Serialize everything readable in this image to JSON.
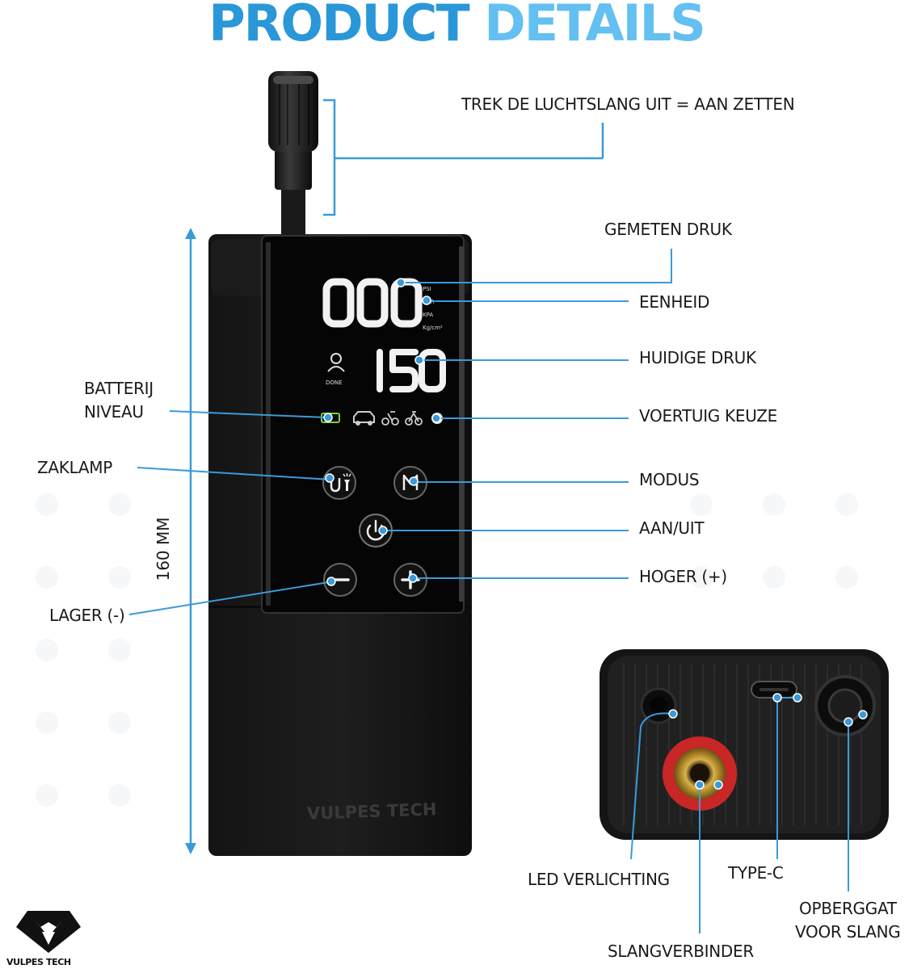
{
  "title": {
    "word1": "PRODUCT",
    "word2": "DETAILS"
  },
  "labels": {
    "pull_hose": "TREK DE LUCHTSLANG UIT = AAN ZETTEN",
    "measured_pressure": "GEMETEN DRUK",
    "unit": "EENHEID",
    "current_pressure": "HUIDIGE DRUK",
    "vehicle_choice": "VOERTUIG KEUZE",
    "battery_line1": "BATTERIJ",
    "battery_line2": "NIVEAU",
    "flashlight": "ZAKLAMP",
    "mode": "MODUS",
    "power": "AAN/UIT",
    "higher": "HOGER (+)",
    "lower": "LAGER (-)",
    "dimension": "160 MM",
    "led": "LED VERLICHTING",
    "type_c": "TYPE-C",
    "storage_line1": "OPBERGGAT",
    "storage_line2": "VOOR SLANG",
    "hose_connector": "SLANGVERBINDER"
  },
  "device": {
    "brand": "VULPES TECH",
    "display_top": "000",
    "display_bottom": "150",
    "units": [
      "PSI",
      "BAR",
      "KPA",
      "Kg/cm²"
    ],
    "done_label": "DONE"
  },
  "logo": {
    "text": "VULPES TECH"
  },
  "colors": {
    "accent": "#2a97d9",
    "accent_light": "#63c0f0",
    "line": "#3a9ad9"
  }
}
